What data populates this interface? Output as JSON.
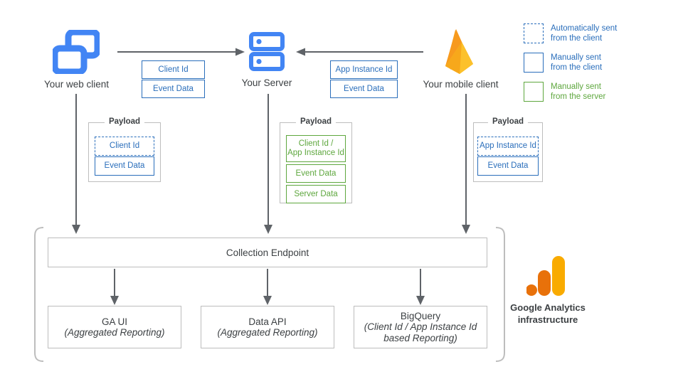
{
  "nodes": {
    "web_client": "Your web client",
    "server": "Your Server",
    "mobile_client": "Your mobile client"
  },
  "icons": {
    "web_client": "web-windows-icon",
    "server": "server-rack-icon",
    "mobile_client": "firebase-flame-icon",
    "ga": "google-analytics-bars-icon"
  },
  "transit": {
    "web_to_server": [
      {
        "label": "Client Id",
        "style": "blue"
      },
      {
        "label": "Event Data",
        "style": "blue"
      }
    ],
    "mobile_to_server": [
      {
        "label": "App Instance Id",
        "style": "blue"
      },
      {
        "label": "Event Data",
        "style": "blue"
      }
    ]
  },
  "payloads": {
    "title": "Payload",
    "web": [
      {
        "label": "Client Id",
        "style": "dashed"
      },
      {
        "label": "Event Data",
        "style": "blue"
      }
    ],
    "server": [
      {
        "label": "Client Id /\nApp Instance Id",
        "style": "green"
      },
      {
        "label": "Event Data",
        "style": "green"
      },
      {
        "label": "Server Data",
        "style": "green"
      }
    ],
    "mobile": [
      {
        "label": "App Instance Id",
        "style": "dashed"
      },
      {
        "label": "Event Data",
        "style": "blue"
      }
    ]
  },
  "infrastructure": {
    "endpoint": "Collection Endpoint",
    "outputs": [
      {
        "title": "GA UI",
        "subtitle": "(Aggregated Reporting)"
      },
      {
        "title": "Data API",
        "subtitle": "(Aggregated Reporting)"
      },
      {
        "title": "BigQuery",
        "subtitle": "(Client Id / App Instance Id\nbased Reporting)"
      }
    ],
    "caption": "Google Analytics\ninfrastructure"
  },
  "legend": [
    {
      "style": "dashed",
      "text": "Automatically sent\nfrom the client",
      "color_class": "blue"
    },
    {
      "style": "blue",
      "text": "Manually sent\nfrom the client",
      "color_class": "blue"
    },
    {
      "style": "green",
      "text": "Manually sent\nfrom the server",
      "color_class": "green"
    }
  ],
  "colors": {
    "blue": "#2a6ebb",
    "green": "#5ea73e",
    "icon_blue": "#4285f4",
    "firebase_orange": "#f57c00",
    "firebase_yellow": "#ffca28",
    "ga_orange": "#e8710a",
    "ga_yellow": "#f9ab00",
    "arrow_grey": "#5f6368",
    "border_grey": "#bdbdbd"
  }
}
